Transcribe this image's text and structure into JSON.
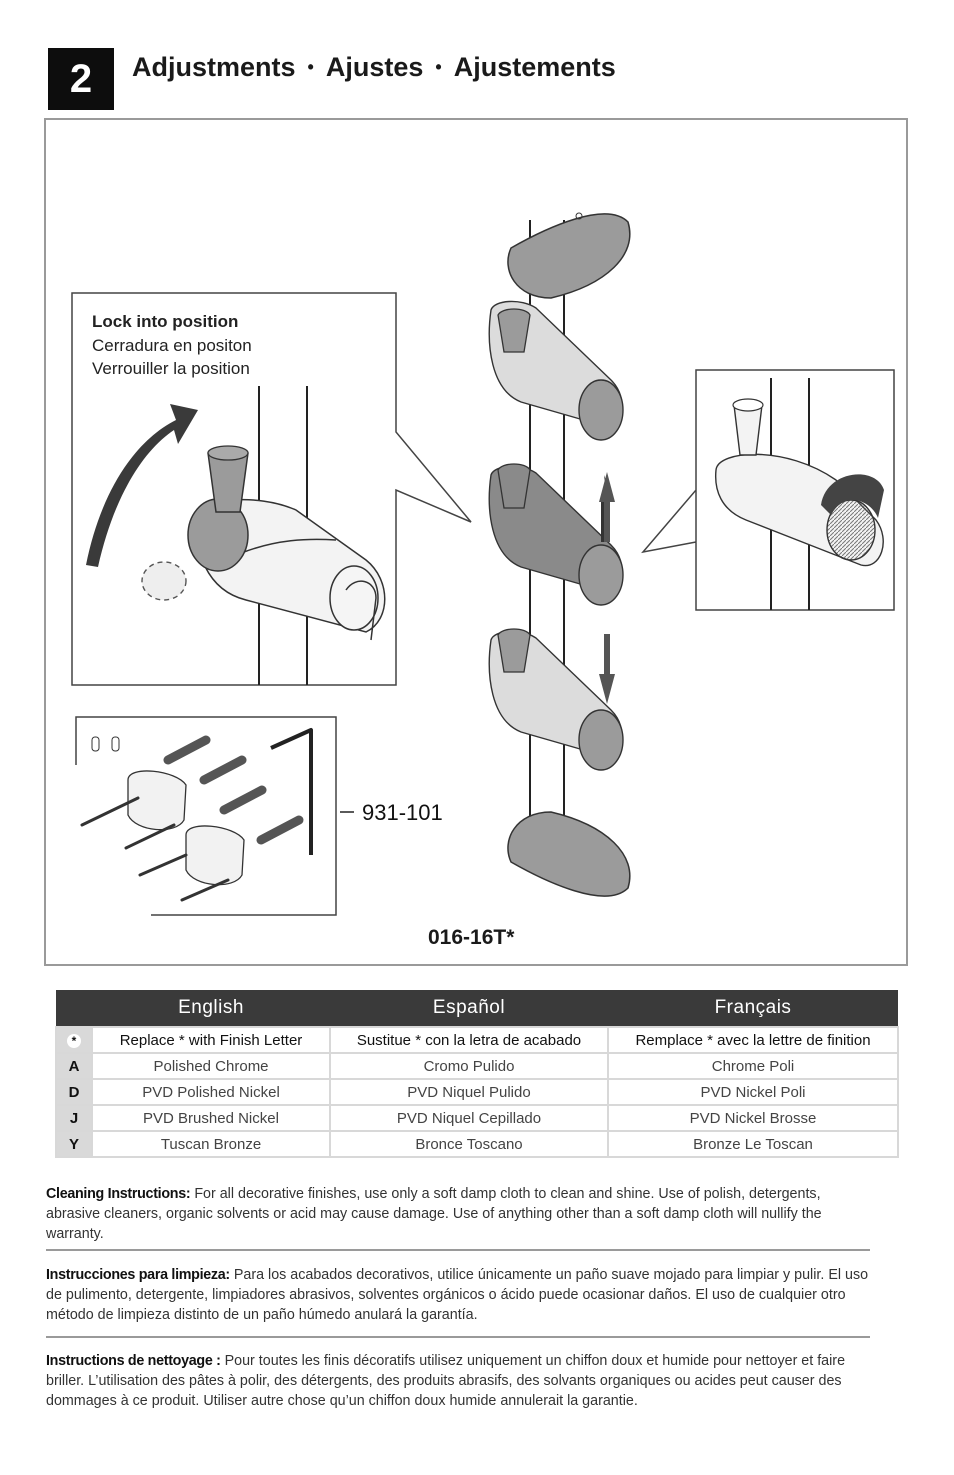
{
  "header": {
    "step_number": "2",
    "title_en": "Adjustments",
    "title_es": "Ajustes",
    "title_fr": "Ajustements",
    "separator": "•"
  },
  "figure": {
    "callout_lines": [
      "Lock into position",
      "Cerradura en positon",
      "Verrouiller la position"
    ],
    "part_number": "931-101",
    "model_number": "016-16T*"
  },
  "finish_table": {
    "headers": [
      "English",
      "Español",
      "Français"
    ],
    "star_symbol": "*",
    "star_row": [
      "Replace * with Finish Letter",
      "Sustitue * con la letra de acabado",
      "Remplace * avec la lettre de finition"
    ],
    "rows": [
      {
        "code": "A",
        "en": "Polished Chrome",
        "es": "Cromo Pulido",
        "fr": "Chrome Poli"
      },
      {
        "code": "D",
        "en": "PVD Polished Nickel",
        "es": "PVD Niquel Pulido",
        "fr": "PVD Nickel Poli"
      },
      {
        "code": "J",
        "en": "PVD Brushed Nickel",
        "es": "PVD Niquel Cepillado",
        "fr": "PVD Nickel Brosse"
      },
      {
        "code": "Y",
        "en": "Tuscan Bronze",
        "es": "Bronce Toscano",
        "fr": "Bronze Le Toscan"
      }
    ]
  },
  "cleaning": [
    {
      "label": "Cleaning Instructions:",
      "text": "For all decorative finishes, use only a soft damp cloth to clean and shine. Use of polish, detergents, abrasive cleaners, organic solvents or acid may cause damage. Use of anything other than a soft damp cloth will nullify the warranty."
    },
    {
      "label": "Instrucciones para limpieza:",
      "text": "Para los acabados decorativos, utilice únicamente un paño suave mojado para limpiar y pulir. El uso de pulimento, detergente, limpiadores abrasivos, solventes orgánicos o ácido puede ocasionar daños. El uso de cualquier otro método de limpieza distinto de un paño húmedo anulará la garantía."
    },
    {
      "label": "Instructions de nettoyage   :",
      "text": "Pour toutes les finis décoratifs utilisez uniquement un chiffon doux et humide pour nettoyer et faire briller. L’utilisation des pâtes à polir, des détergents, des produits abrasifs, des solvants organiques ou acides peut causer des dommages à ce produit. Utiliser autre chose qu’un chiffon doux humide annulerait la garantie."
    }
  ],
  "colors": {
    "header_bg": "#3a3a3a",
    "step_bg": "#0d0d0d",
    "part_gray": "#9b9b9b"
  },
  "icons": [
    "rotate-arrow-icon",
    "up-arrow-icon",
    "down-arrow-icon",
    "screw-icon",
    "anchor-icon",
    "hex-key-icon"
  ]
}
